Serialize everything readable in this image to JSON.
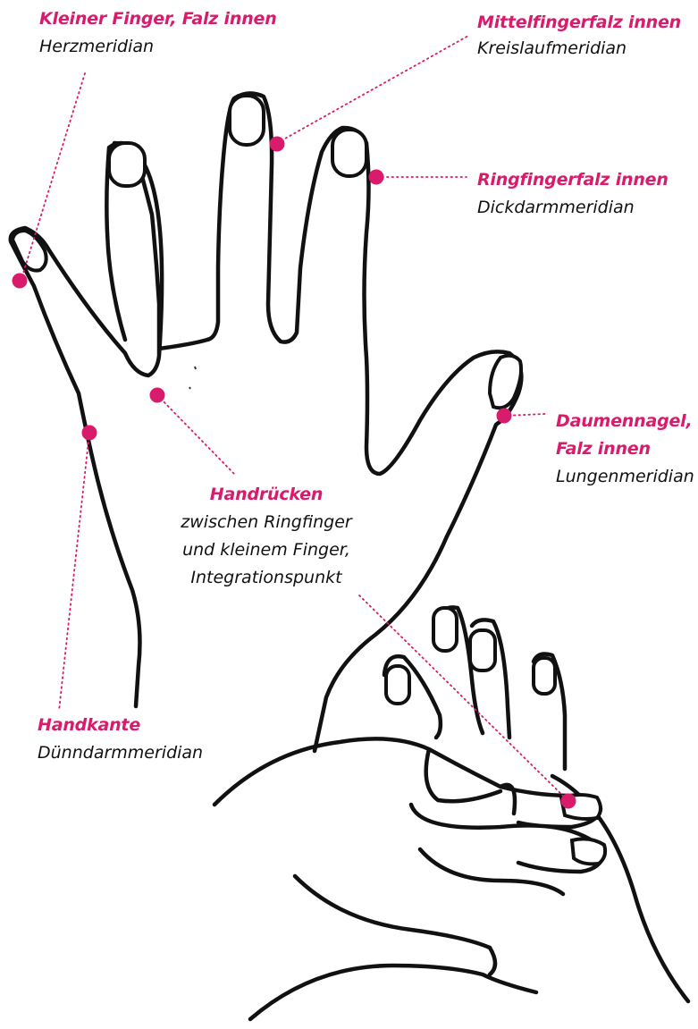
{
  "colors": {
    "accent": "#d81b6a",
    "text": "#111111",
    "outline": "#111111",
    "background": "#ffffff"
  },
  "points": [
    {
      "id": "kleiner-finger",
      "title": "Kleiner Finger, Falz innen",
      "subtitle": "Herzmeridian"
    },
    {
      "id": "mittelfinger",
      "title": "Mittelfingerfalz innen",
      "subtitle": "Kreislaufmeridian"
    },
    {
      "id": "ringfinger",
      "title": "Ringfingerfalz innen",
      "subtitle": "Dickdarmmeridian"
    },
    {
      "id": "daumennagel",
      "title_line1": "Daumennagel,",
      "title_line2": "Falz innen",
      "subtitle": "Lungenmeridian"
    },
    {
      "id": "handruecken",
      "title": "Handrücken",
      "desc_line1": "zwischen Ringfinger",
      "desc_line2": "und kleinem Finger,",
      "desc_line3": "Integrationspunkt"
    },
    {
      "id": "handkante",
      "title": "Handkante",
      "subtitle": "Dünndarmmeridian"
    }
  ]
}
